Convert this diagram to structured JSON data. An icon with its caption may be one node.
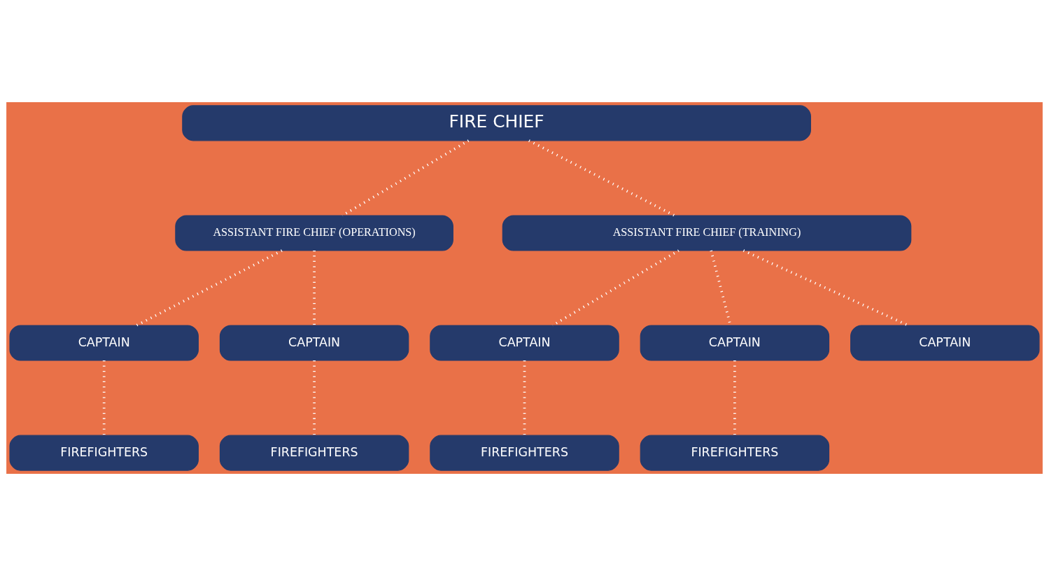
{
  "diagram": {
    "nodes": [
      {
        "text": [
          "FIRE CHIEF"
        ]
      },
      {
        "text": [
          "ASSISTANT FIRE CHIEF (OPERATIONS)"
        ]
      },
      {
        "text": [
          "ASSISTANT FIRE CHIEF (TRAINING)"
        ]
      },
      {
        "text": [
          "CAPTAIN"
        ]
      },
      {
        "text": [
          "CAPTAIN"
        ]
      },
      {
        "text": [
          "CAPTAIN"
        ]
      },
      {
        "text": [
          "CAPTAIN"
        ]
      },
      {
        "text": [
          "CAPTAIN"
        ]
      },
      {
        "text": [
          "FIREFIGHTERS"
        ]
      },
      {
        "text": [
          "FIREFIGHTERS"
        ]
      },
      {
        "text": [
          "FIREFIGHTERS"
        ]
      },
      {
        "text": [
          "FIREFIGHTERS"
        ]
      }
    ],
    "edges": [
      {
        "from": 0,
        "to": 1,
        "arrow": "none"
      },
      {
        "from": 0,
        "to": 2,
        "arrow": "none"
      },
      {
        "from": 1,
        "to": 3,
        "arrow": "none"
      },
      {
        "from": 1,
        "to": 4,
        "arrow": "none"
      },
      {
        "from": 2,
        "to": 5,
        "arrow": "none"
      },
      {
        "from": 2,
        "to": 6,
        "arrow": "none"
      },
      {
        "from": 2,
        "to": 7,
        "arrow": "none"
      },
      {
        "from": 3,
        "to": 8,
        "arrow": "none"
      },
      {
        "from": 4,
        "to": 9,
        "arrow": "none"
      },
      {
        "from": 5,
        "to": 10,
        "arrow": "none"
      },
      {
        "from": 6,
        "to": 11,
        "arrow": "none"
      }
    ]
  }
}
